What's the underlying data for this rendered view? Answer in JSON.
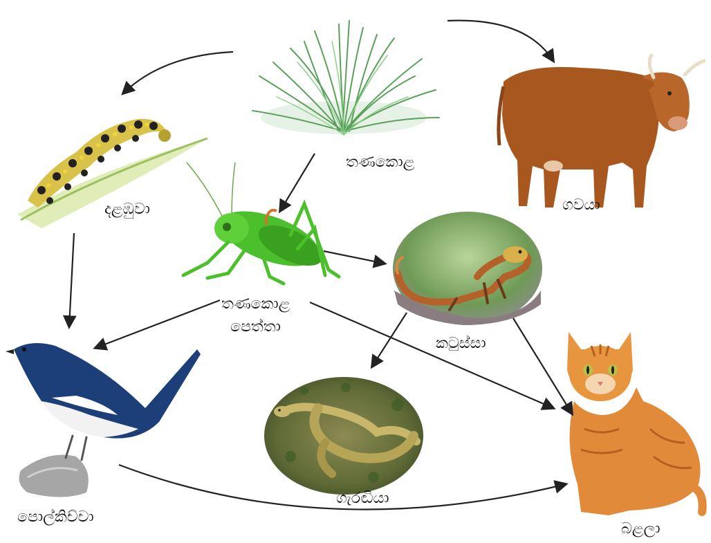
{
  "organisms": {
    "grass": {
      "label": "තණකොළ",
      "icon": "grass-icon"
    },
    "cow": {
      "label": "ගවයා",
      "icon": "cow-icon"
    },
    "caterpillar": {
      "label": "දළඹුවා",
      "icon": "caterpillar-icon"
    },
    "grasshopper": {
      "label_line1": "තණකොළ",
      "label_line2": "පෙත්තා",
      "icon": "grasshopper-icon"
    },
    "lizard": {
      "label": "කටුස්සා",
      "icon": "lizard-icon"
    },
    "bird": {
      "label": "පොල්කිච්චා",
      "icon": "magpie-robin-icon"
    },
    "snake": {
      "label": "ගැරඬියා",
      "icon": "snake-icon"
    },
    "cat": {
      "label": "බළලා",
      "icon": "cat-icon"
    }
  },
  "links": [
    {
      "from": "grass",
      "to": "cow"
    },
    {
      "from": "grass",
      "to": "caterpillar"
    },
    {
      "from": "grass",
      "to": "grasshopper"
    },
    {
      "from": "caterpillar",
      "to": "bird"
    },
    {
      "from": "grasshopper",
      "to": "lizard"
    },
    {
      "from": "grasshopper",
      "to": "bird"
    },
    {
      "from": "grasshopper",
      "to": "cat"
    },
    {
      "from": "lizard",
      "to": "snake"
    },
    {
      "from": "lizard",
      "to": "cat"
    },
    {
      "from": "bird",
      "to": "cat"
    }
  ],
  "colors": {
    "arrow": "#222222",
    "grass": "#5aa05a",
    "cow": "#a8581f",
    "grasshopper": "#4cbf2c",
    "caterpillar": "#d9c24a",
    "bird": "#1c3f7a",
    "lizard": "#b4622a",
    "snake": "#7e7a3d",
    "cat": "#e08a3a"
  }
}
